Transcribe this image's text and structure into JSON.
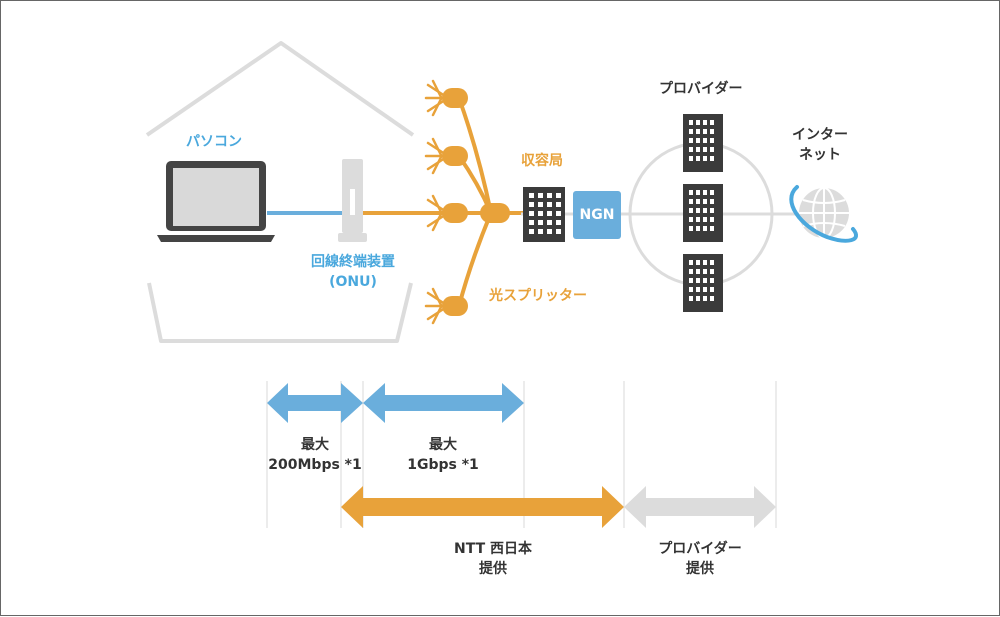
{
  "labels": {
    "pc": "パソコン",
    "onu_line1": "回線終端装置",
    "onu_line2": "(ONU)",
    "station": "収容局",
    "splitter": "光スプリッター",
    "ngn": "NGN",
    "provider": "プロバイダー",
    "internet_line1": "インター",
    "internet_line2": "ネット"
  },
  "ranges": [
    {
      "line1": "最大",
      "line2": "200Mbps *1"
    },
    {
      "line1": "最大",
      "line2": "1Gbps *1"
    },
    {
      "line1": "NTT 西日本",
      "line2": "提供"
    },
    {
      "line1": "プロバイダー",
      "line2": "提供"
    }
  ],
  "colors": {
    "blue": "#6aaedc",
    "orange": "#e8a23a",
    "gray": "#dcdcdc",
    "building": "#3b3b3b"
  }
}
